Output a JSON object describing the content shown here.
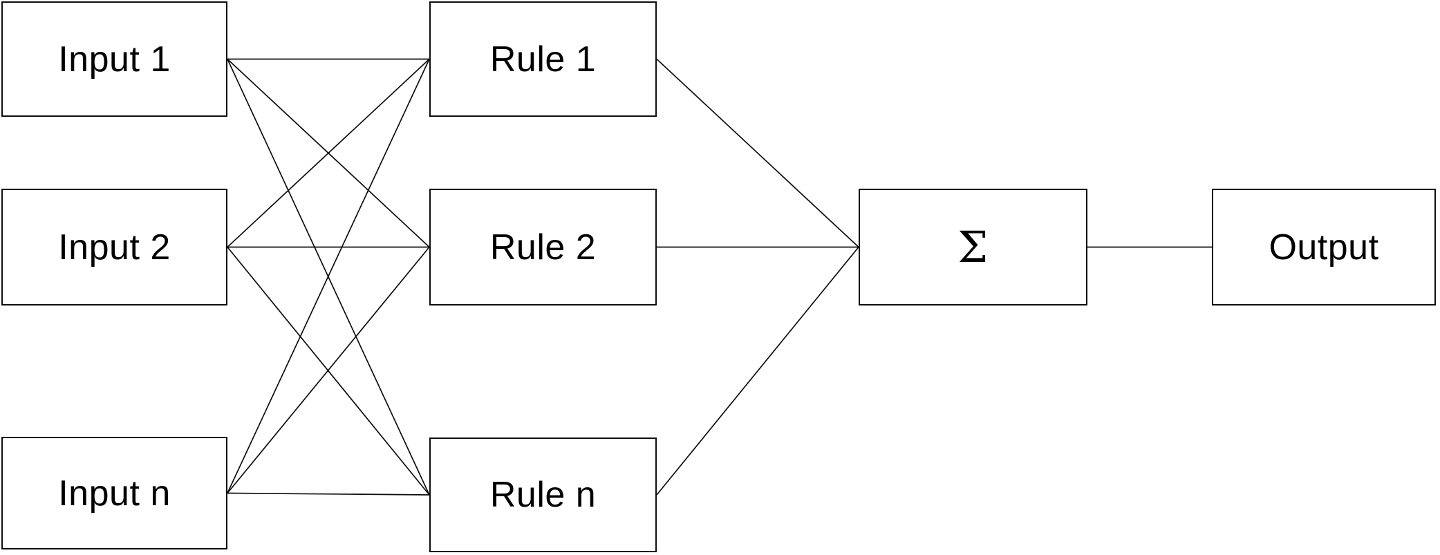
{
  "diagram": {
    "type": "block-diagram",
    "nodes": {
      "input1": {
        "label": "Input 1"
      },
      "input2": {
        "label": "Input 2"
      },
      "inputn": {
        "label": "Input n"
      },
      "rule1": {
        "label": "Rule 1"
      },
      "rule2": {
        "label": "Rule 2"
      },
      "rulen": {
        "label": "Rule n"
      },
      "sigma": {
        "label": "Σ"
      },
      "output": {
        "label": "Output"
      }
    },
    "edges": [
      "input1->rule1",
      "input1->rule2",
      "input1->rulen",
      "input2->rule1",
      "input2->rule2",
      "input2->rulen",
      "inputn->rule1",
      "inputn->rule2",
      "inputn->rulen",
      "rule1->sigma",
      "rule2->sigma",
      "rulen->sigma",
      "sigma->output"
    ],
    "colors": {
      "background": "#ffffff",
      "box_fill": "#ffffff",
      "line": "#0d0d0d",
      "text": "#000000"
    }
  }
}
